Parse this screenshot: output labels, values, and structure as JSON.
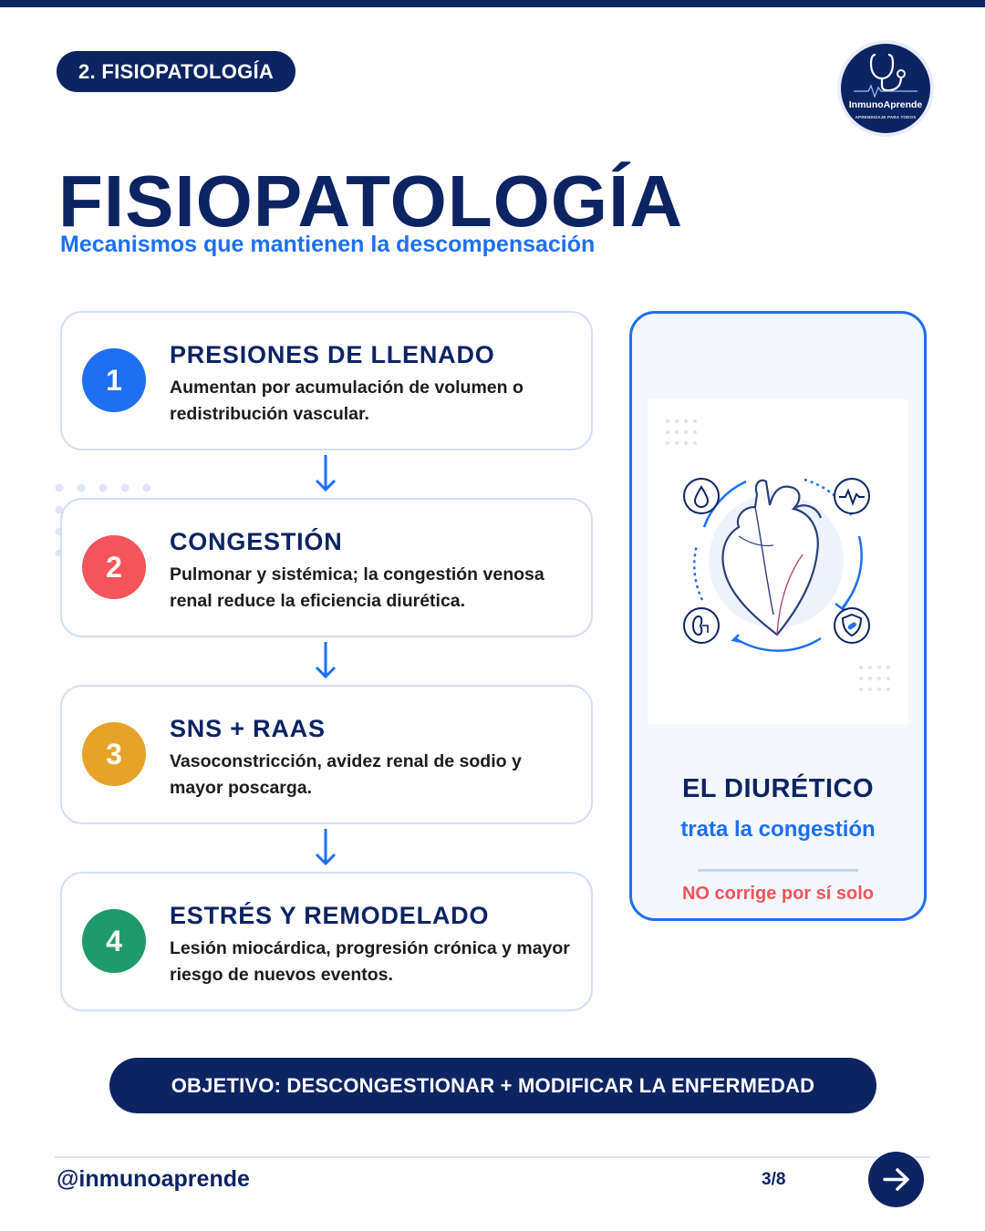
{
  "section_label": "2. FISIOPATOLOGÍA",
  "logo": {
    "brand": "InmunoAprende",
    "tagline": "APRENDIZAJE PARA TODOS"
  },
  "title": "FISIOPATOLOGÍA",
  "subtitle": "Mecanismos que mantienen la descompensación",
  "steps": [
    {
      "number": "1",
      "title": "PRESIONES DE LLENADO",
      "text": "Aumentan por acumulación de volumen o redistribución vascular.",
      "color": "#1e6ff2"
    },
    {
      "number": "2",
      "title": "CONGESTIÓN",
      "text": "Pulmonar y sistémica; la congestión venosa renal reduce la eficiencia diurética.",
      "color": "#f4545c"
    },
    {
      "number": "3",
      "title": "SNS + RAAS",
      "text": "Vasoconstricción, avidez renal de sodio y mayor poscarga.",
      "color": "#e6a328"
    },
    {
      "number": "4",
      "title": "ESTRÉS Y REMODELADO",
      "text": "Lesión miocárdica, progresión crónica y mayor riesgo de nuevos eventos.",
      "color": "#1f9a6c"
    }
  ],
  "side_panel": {
    "title": "EL DIURÉTICO",
    "subtitle": "trata la congestión",
    "note": "NO corrige por sí solo",
    "icons": [
      "water-drop-icon",
      "heartbeat-icon",
      "kidney-icon",
      "shield-pill-icon",
      "heart-illustration"
    ]
  },
  "objective": "OBJETIVO: DESCONGESTIONAR + MODIFICAR LA ENFERMEDAD",
  "footer": {
    "handle": "@inmunoaprende",
    "page": "3/8"
  },
  "colors": {
    "navy": "#0d2463",
    "accent_blue": "#1e6ff2",
    "alert_red": "#f0545b",
    "card_border": "#d3e0f2"
  }
}
